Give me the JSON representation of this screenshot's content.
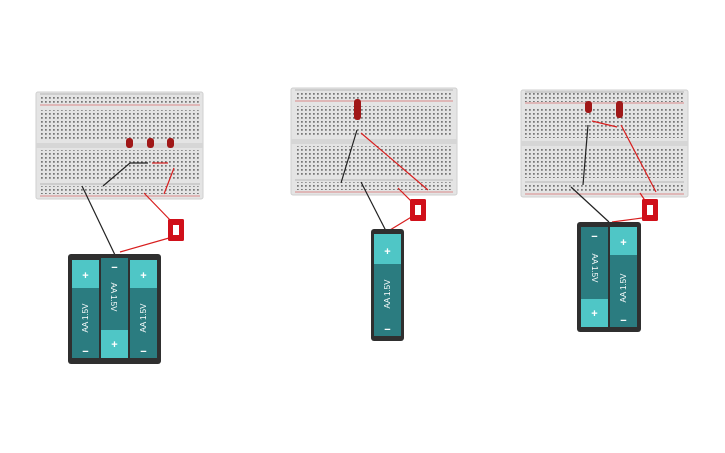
{
  "colors": {
    "breadboard": "#e6e6e6",
    "breadboard_hole": "#333333",
    "rail_red": "#d03030",
    "rail_blue": "#888888",
    "led": "#a01818",
    "wire_black": "#222222",
    "wire_red": "#d81e1e",
    "switch_body": "#d0101a",
    "battery_holder": "#2f2f2f",
    "cell_body": "#2b7c80",
    "cell_cap": "#4fc6c6"
  },
  "circuits": [
    {
      "name": "three-cell",
      "leds": 3,
      "cells": [
        {
          "label": "AA 1.5V",
          "plus": "+",
          "minus": "−",
          "flipped": false
        },
        {
          "label": "AA 1.5V",
          "plus": "+",
          "minus": "−",
          "flipped": true
        },
        {
          "label": "AA 1.5V",
          "plus": "+",
          "minus": "−",
          "flipped": false
        }
      ]
    },
    {
      "name": "single-cell",
      "leds": 1,
      "cells": [
        {
          "label": "AA 1.5V",
          "plus": "+",
          "minus": "−",
          "flipped": false
        }
      ]
    },
    {
      "name": "two-cell",
      "leds": 2,
      "cells": [
        {
          "label": "AA 1.5V",
          "plus": "+",
          "minus": "−",
          "flipped": true
        },
        {
          "label": "AA 1.5V",
          "plus": "+",
          "minus": "−",
          "flipped": false
        }
      ]
    }
  ]
}
